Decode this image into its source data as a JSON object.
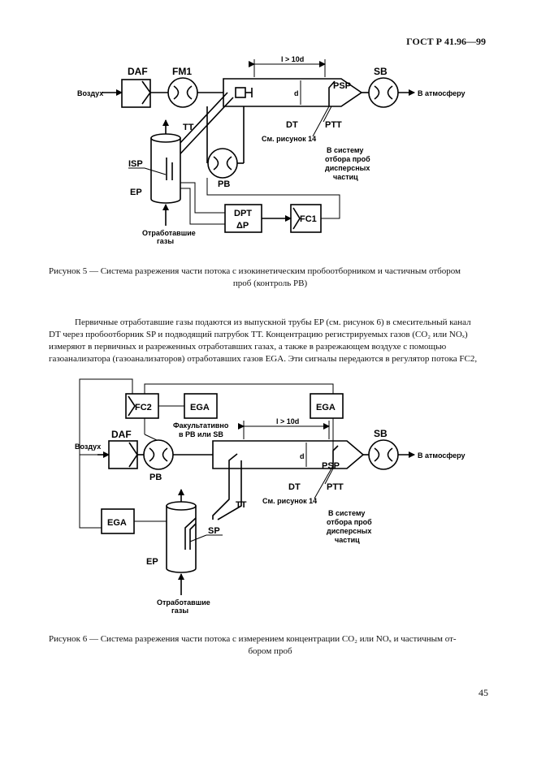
{
  "header": {
    "standard": "ГОСТ Р 41.96—99"
  },
  "figure5": {
    "caption_line1": "Рисунок 5 — Система разрежения части потока с изокинетическим пробоотборником и частичным отбором",
    "caption_line2": "проб (контроль PB)",
    "labels": {
      "daf": "DAF",
      "fm1": "FM1",
      "sb": "SB",
      "air": "Воздух",
      "atmosphere": "В атмосферу",
      "length": "l > 10d",
      "diameter": "d",
      "psp": "PSP",
      "dt": "DT",
      "ptt": "PTT",
      "tt": "TT",
      "see_fig": "См. рисунок 14",
      "to_system_1": "В систему",
      "to_system_2": "отбора проб",
      "to_system_3": "дисперсных",
      "to_system_4": "частиц",
      "isp": "ISP",
      "ep": "EP",
      "pb": "PB",
      "dpt": "DPT",
      "delta_p": "ΔP",
      "fc1": "FC1",
      "exhaust_1": "Отработавшие",
      "exhaust_2": "газы"
    }
  },
  "paragraph": {
    "line1": "Первичные отработавшие газы подаются из выпускной трубы EP (см. рисунок 6) в смесительный канал",
    "line2": "DT через пробоотборник SP и подводящий патрубок TT. Концентрацию регистрируемых газов (CO₂ или NOₓ)",
    "line3": "измеряют в первичных и разреженных отработавших газах, а также в разрежающем воздухе с помощью",
    "line4": "газоанализатора (газоанализаторов) отработавших газов EGA. Эти сигналы передаются в регулятор потока FC2,"
  },
  "figure6": {
    "caption_line1": "Рисунок 6 — Система разрежения части потока с измерением концентрации CO₂ или NOₓ и частичным от-",
    "caption_line2": "бором проб",
    "labels": {
      "fc2": "FC2",
      "ega_top": "EGA",
      "ega_right": "EGA",
      "ega_left": "EGA",
      "optional_1": "Факультативно",
      "optional_2": "в PB или SB",
      "daf": "DAF",
      "air": "Воздух",
      "pb": "PB",
      "length": "l > 10d",
      "diameter": "d",
      "sb": "SB",
      "atmosphere": "В атмосферу",
      "psp": "PSP",
      "dt": "DT",
      "ptt": "PTT",
      "tt": "TT",
      "see_fig": "См. рисунок 14",
      "to_system_1": "В систему",
      "to_system_2": "отбора проб",
      "to_system_3": "дисперсных",
      "to_system_4": "частиц",
      "sp": "SP",
      "ep": "EP",
      "exhaust_1": "Отработавшие",
      "exhaust_2": "газы"
    }
  },
  "page_number": "45"
}
